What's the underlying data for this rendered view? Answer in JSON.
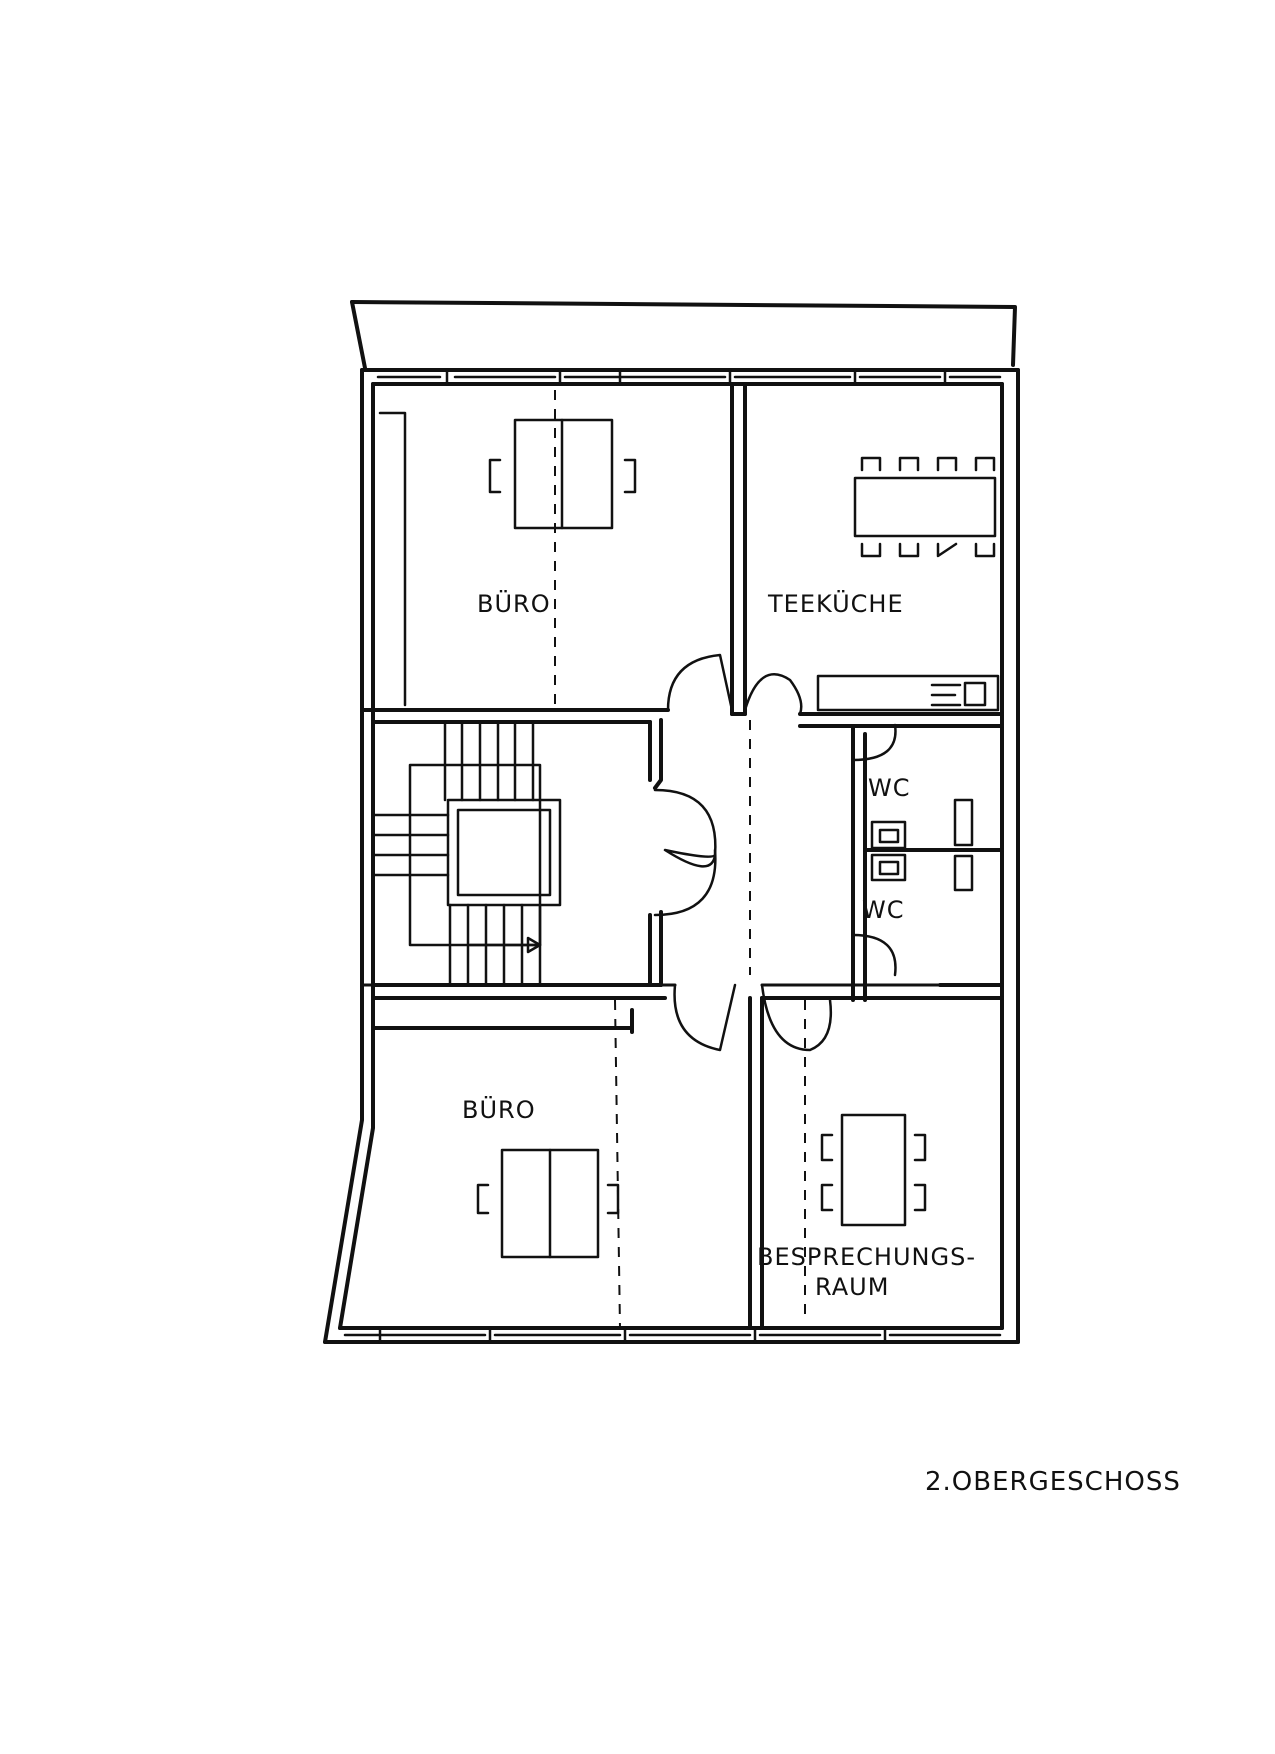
{
  "rooms": {
    "buero_top": "BÜRO",
    "teekueche": "TEEKÜCHE",
    "wc_upper": "WC",
    "wc_lower": "WC",
    "buero_bottom": "BÜRO",
    "besprechung_line1": "BESPRECHUNGS-",
    "besprechung_line2": "RAUM"
  },
  "title": "2.OBERGESCHOSS",
  "colors": {
    "ink": "#111111",
    "paper": "#ffffff"
  }
}
